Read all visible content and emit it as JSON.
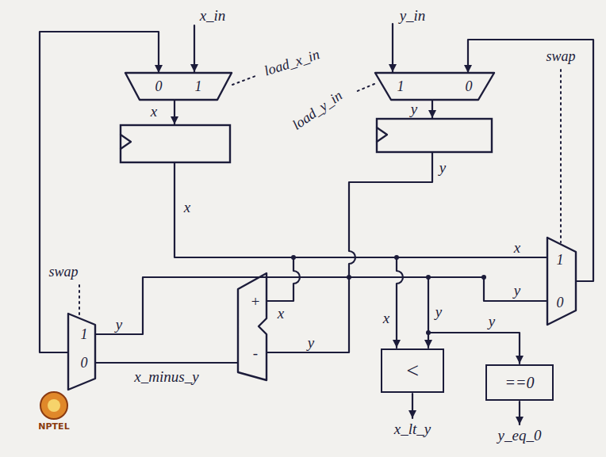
{
  "diagram": {
    "nodes": [
      {
        "text": [
          "0",
          "1"
        ]
      },
      {
        "text": [
          "1",
          "0"
        ]
      },
      {
        "text": [
          "1",
          "0"
        ]
      },
      {
        "text": [
          "+",
          "-"
        ]
      },
      {
        "text": [
          "<"
        ]
      },
      {
        "text": [
          "==0"
        ]
      },
      {
        "text": [
          "1",
          "0"
        ]
      }
    ],
    "edges": [
      {
        "from": 2,
        "to": 0,
        "arrow": "to"
      },
      {
        "from": 6,
        "to": 1,
        "arrow": "to"
      },
      {
        "from": 3,
        "to": 2,
        "label": "x_minus_y",
        "arrow": "none"
      }
    ],
    "labels": [
      "x_in",
      "load_x_in",
      "y_in",
      "load_y_in",
      "x",
      "y",
      "x",
      "y",
      "swap",
      "x",
      "swap",
      "y",
      "y",
      "x",
      "x",
      "y",
      "y",
      "y",
      "x_lt_y",
      "y_eq_0",
      "NPTEL"
    ]
  }
}
